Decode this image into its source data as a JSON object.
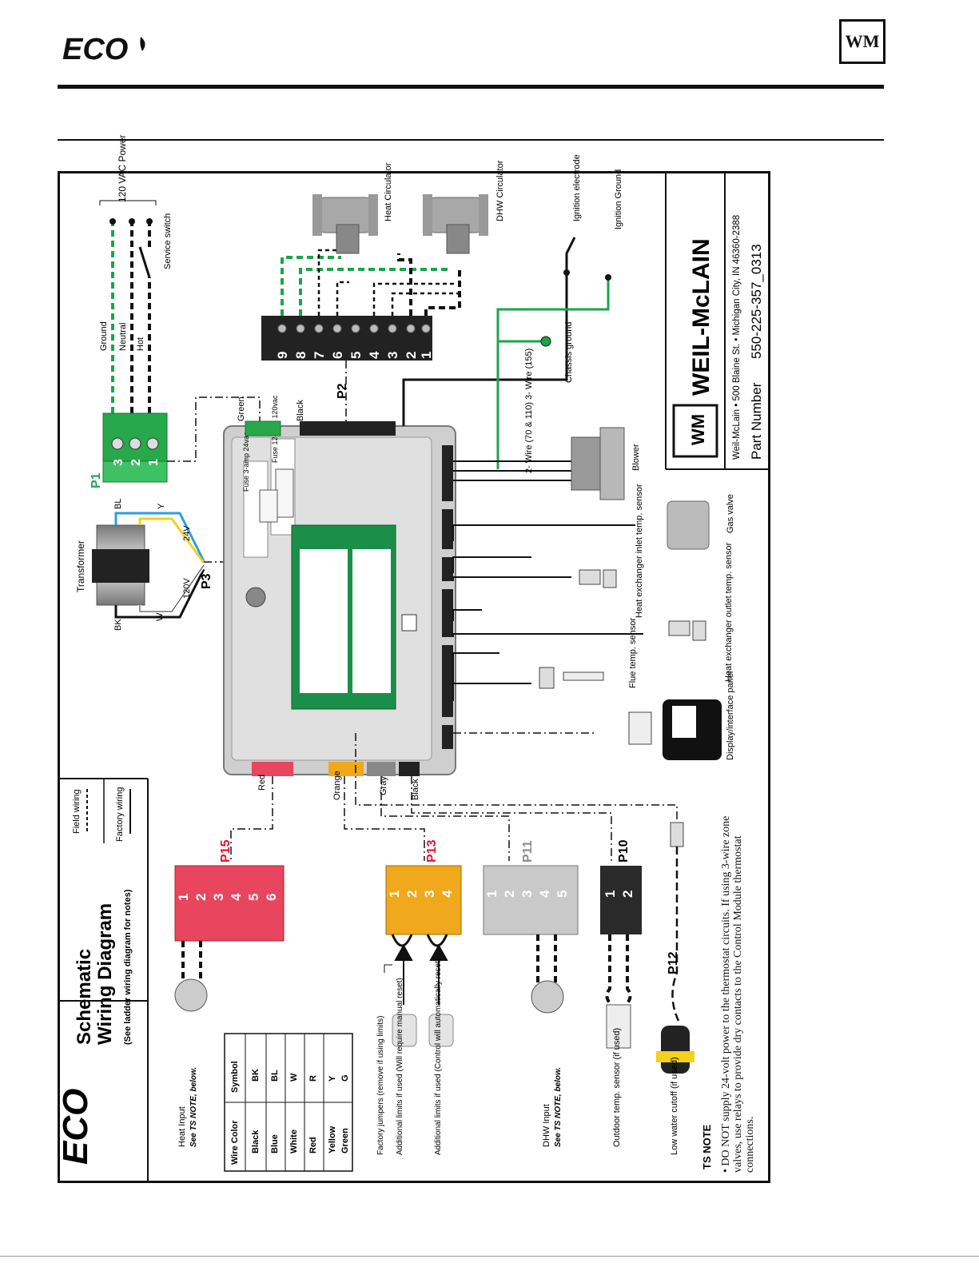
{
  "header": {
    "brand_logo_text": "ECO",
    "corner_logo_text": "WM"
  },
  "title_block": {
    "logo_text": "ECO",
    "title_line1": "Schematic",
    "title_line2": "Wiring Diagram",
    "subtitle": "(See ladder wiring diagram for notes)"
  },
  "legend": {
    "field_wiring": "Field wiring",
    "factory_wiring": "Factory wiring"
  },
  "company": {
    "logo_text": "WEIL-McLAIN",
    "address": "Weil-McLain • 500 Blaine St. • Michigan City, IN 46360-2388",
    "part_number_label": "Part Number",
    "part_number": "550-225-357_0313"
  },
  "wire_table": {
    "headers": [
      "Wire Color",
      "Symbol"
    ],
    "rows": [
      [
        "Black",
        "BK"
      ],
      [
        "Blue",
        "BL"
      ],
      [
        "White",
        "W"
      ],
      [
        "Red",
        "R"
      ],
      [
        "Yellow",
        "Y"
      ],
      [
        "Green",
        "G"
      ]
    ]
  },
  "labels": {
    "power": "120 VAC Power",
    "service_switch": "Service switch",
    "ground": "Ground",
    "neutral": "Neutral",
    "hot": "Hot",
    "heat_circulator": "Heat Circulator",
    "dhw_circulator": "DHW Circulator",
    "ignition_electrode": "Ignition electrode",
    "ignition_ground": "Ignition Ground",
    "chassis_ground": "Chassis ground",
    "transformer": "Transformer",
    "v24": "24V",
    "v120": "120V",
    "bk": "BK",
    "bl": "BL",
    "y": "Y",
    "w": "W",
    "green": "Green",
    "black": "Black",
    "fuse1": "Fuse 3-amp 24vac",
    "fuse2": "Fuse 12-amp 120vac",
    "blower_wires": "2- Wire (70 & 110) 3- Wire (155)",
    "blower": "Blower",
    "gas_valve": "Gas valve",
    "hx_inlet": "Heat exchanger inlet temp. sensor",
    "hx_outlet": "Heat exchanger outlet temp. sensor",
    "flue": "Flue temp. sensor",
    "display": "Display/interface panel",
    "red": "Red",
    "orange": "Orange",
    "gray": "Gray",
    "black2": "Black",
    "heat_input": "Heat Input",
    "see_ts": "See TS NOTE, below.",
    "factory_jumpers": "Factory jumpers (remove if using limits)",
    "limits_manual": "Additional limits if used (Will require manual reset)",
    "limits_auto": "Additional limits if used (Control will automatically reset)",
    "dhw_input": "DHW Input",
    "outdoor": "Outdoor temp. sensor (if used)",
    "lwco": "Low water cutoff (if used)",
    "ts_title": "TS NOTE",
    "ts_text": "DO NOT supply 24-volt power to the thermostat circuits. If using 3-wire zone valves, use relays to provide dry contacts to the Control Module thermostat connections."
  },
  "connectors": {
    "p1": {
      "label": "P1",
      "pins": [
        "3",
        "2",
        "1"
      ]
    },
    "p2": {
      "label": "P2",
      "pins": [
        "9",
        "8",
        "7",
        "6",
        "5",
        "4",
        "3",
        "2",
        "1"
      ]
    },
    "p3": {
      "label": "P3"
    },
    "p10": {
      "label": "P10",
      "pins": [
        "1",
        "2"
      ]
    },
    "p11": {
      "label": "P11",
      "pins": [
        "1",
        "2",
        "3",
        "4",
        "5"
      ]
    },
    "p12": {
      "label": "P12"
    },
    "p13": {
      "label": "P13",
      "pins": [
        "1",
        "2",
        "3",
        "4"
      ]
    },
    "p15": {
      "label": "P15",
      "pins": [
        "1",
        "2",
        "3",
        "4",
        "5",
        "6"
      ]
    }
  },
  "colors": {
    "green_wire": "#1aa54b",
    "red_connector": "#e8455e",
    "orange_connector": "#f0a81c",
    "gray_connector": "#c9c9c9",
    "black_connector": "#2a2a2a",
    "p_label_red": "#e3132b",
    "p11_label": "#8a8a8a"
  }
}
